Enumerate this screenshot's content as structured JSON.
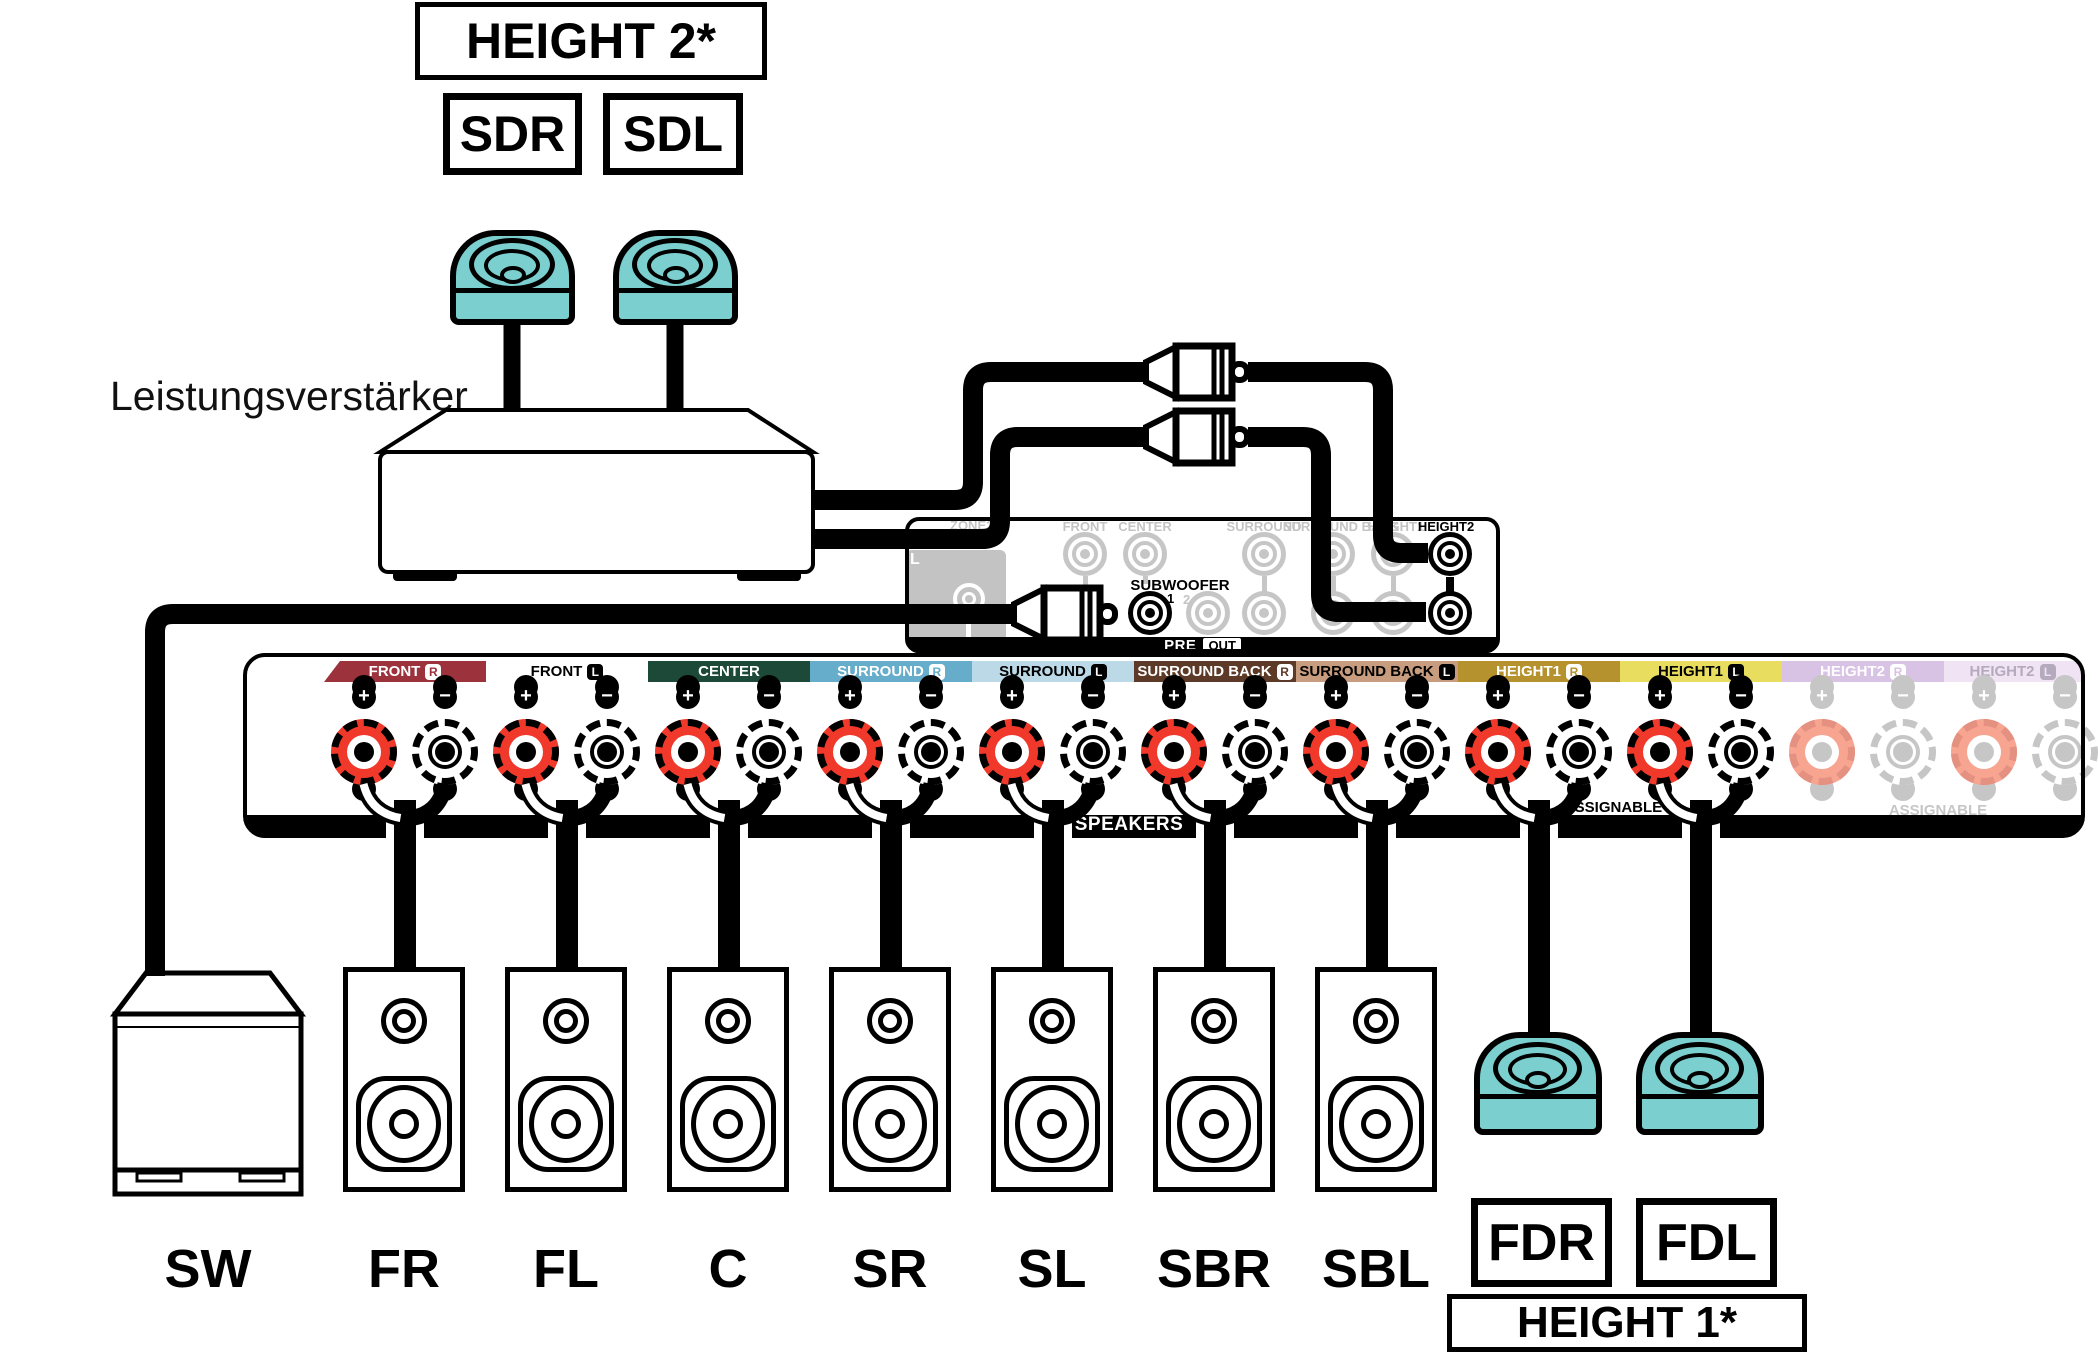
{
  "diagram": {
    "height2_callout": "HEIGHT 2*",
    "height1_callout": "HEIGHT 1*",
    "amp_label": "Leistungsverstärker",
    "top_speaker_tags": [
      "SDR",
      "SDL"
    ],
    "bottom_speaker_tags": [
      "FDR",
      "FDL"
    ],
    "bottom_labels": [
      "SW",
      "FR",
      "FL",
      "C",
      "SR",
      "SL",
      "SBR",
      "SBL"
    ]
  },
  "preout": {
    "zone2": "ZONE2",
    "zone2_channel": "L",
    "top_labels": [
      "FRONT",
      "CENTER",
      "SURROUND",
      "SURROUND BACK",
      "HEIGHT1",
      "HEIGHT2"
    ],
    "subwoofer_label": "SUBWOOFER",
    "sub_jack_1": "1",
    "sub_jack_2": "2",
    "pre": "PRE",
    "out": "OUT"
  },
  "terminal_panel": {
    "speakers_label": "SPEAKERS",
    "assignable_height1": "ASSIGNABLE",
    "assignable_height2": "ASSIGNABLE",
    "plus": "+",
    "minus": "−",
    "channels": [
      {
        "label": "FRONT",
        "letter": "R",
        "bg": "#9b323c",
        "fg": "#ffffff",
        "active": true
      },
      {
        "label": "FRONT",
        "letter": "L",
        "bg": "#ffffff",
        "fg": "#000000",
        "active": true
      },
      {
        "label": "CENTER",
        "letter": "",
        "bg": "#1d4a38",
        "fg": "#ffffff",
        "active": true
      },
      {
        "label": "SURROUND",
        "letter": "R",
        "bg": "#66adcb",
        "fg": "#ffffff",
        "active": true
      },
      {
        "label": "SURROUND",
        "letter": "L",
        "bg": "#bcd9e7",
        "fg": "#000000",
        "active": true
      },
      {
        "label": "SURROUND BACK",
        "letter": "R",
        "bg": "#5d3a27",
        "fg": "#ffffff",
        "active": true
      },
      {
        "label": "SURROUND BACK",
        "letter": "L",
        "bg": "#c89c7e",
        "fg": "#000000",
        "active": true
      },
      {
        "label": "HEIGHT1",
        "letter": "R",
        "bg": "#b5922d",
        "fg": "#ffffff",
        "active": true
      },
      {
        "label": "HEIGHT1",
        "letter": "L",
        "bg": "#e9dd60",
        "fg": "#000000",
        "active": true
      },
      {
        "label": "HEIGHT2",
        "letter": "R",
        "bg": "#d9c3e4",
        "fg": "#ffffff",
        "active": false
      },
      {
        "label": "HEIGHT2",
        "letter": "L",
        "bg": "#efe3f4",
        "fg": "#b5aabd",
        "active": false
      }
    ]
  },
  "colors": {
    "speaker_teal": "#7ccfcf",
    "terminal_red": "#f0392b",
    "inactive_salmon": "#f7a491",
    "inactive_gray": "#c6c6c6",
    "preout_gray": "#c4c4c4"
  }
}
